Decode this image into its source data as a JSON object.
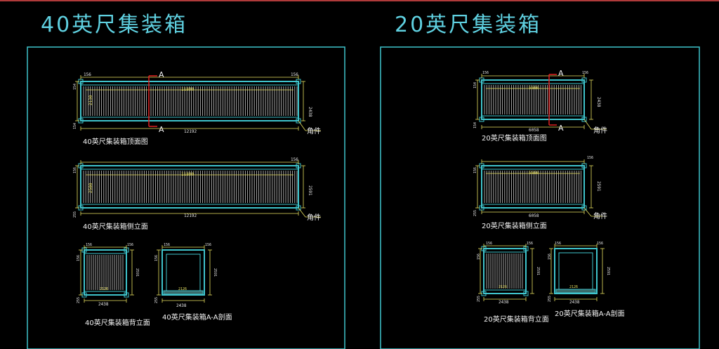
{
  "left": {
    "title": "40英尺集装箱",
    "top_view": {
      "caption": "40英尺集装箱顶面图",
      "dims": {
        "top_left": "156",
        "top_right": "156",
        "inner": "11800",
        "total": "12192",
        "height": "2438",
        "inner_height": "2130",
        "side_left": "154",
        "bottom_left": "154"
      },
      "section_mark": "A"
    },
    "side_view": {
      "caption": "40英尺集装箱侧立面",
      "dims": {
        "top_right": "156",
        "inner": "11800",
        "total": "12192",
        "height": "2591",
        "inner_height": "2580",
        "left_top": "156",
        "left_bottom": "255"
      }
    },
    "corner_label": "角件",
    "back_view": {
      "caption": "40英尺集装箱背立面",
      "dims": {
        "top_left": "156",
        "top_right": "156",
        "inner": "2126",
        "total": "2438",
        "height": "2591",
        "left_top": "156",
        "left_bottom": "255"
      }
    },
    "section_view": {
      "caption": "40英尺集装箱A-A剖面",
      "dims": {
        "top_left": "156",
        "top_right": "156",
        "inner": "2126",
        "total": "2438",
        "height": "2591",
        "left_top": "156",
        "left_bottom": "255"
      }
    }
  },
  "right": {
    "title": "20英尺集装箱",
    "top_view": {
      "caption": "20英尺集装箱顶面图",
      "dims": {
        "top_left": "156",
        "top_right": "156",
        "inner": "5666",
        "total": "6058",
        "height": "2438",
        "side_left": "154",
        "bottom_left": "154"
      },
      "section_mark": "A"
    },
    "side_view": {
      "caption": "20英尺集装箱侧立面",
      "dims": {
        "top_right": "156",
        "inner": "5666",
        "total": "6058",
        "height": "2591",
        "left_top": "156",
        "left_bottom": "255"
      }
    },
    "corner_label": "角件",
    "back_view": {
      "caption": "20英尺集装箱背立面",
      "dims": {
        "top_left": "156",
        "top_right": "156",
        "inner": "2126",
        "total": "2438",
        "height": "2591",
        "left_top": "156",
        "left_bottom": "255"
      }
    },
    "section_view": {
      "caption": "20英尺集装箱A-A剖面",
      "dims": {
        "top_left": "156",
        "top_right": "156",
        "inner": "2126",
        "total": "2438",
        "height": "2591",
        "left_top": "156",
        "left_bottom": "255"
      }
    }
  },
  "colors": {
    "frame": "#3fc4cc",
    "slat": "#c8c8c8",
    "dim": "#e8e060",
    "section": "#e02020",
    "text": "#f2f2f2"
  }
}
